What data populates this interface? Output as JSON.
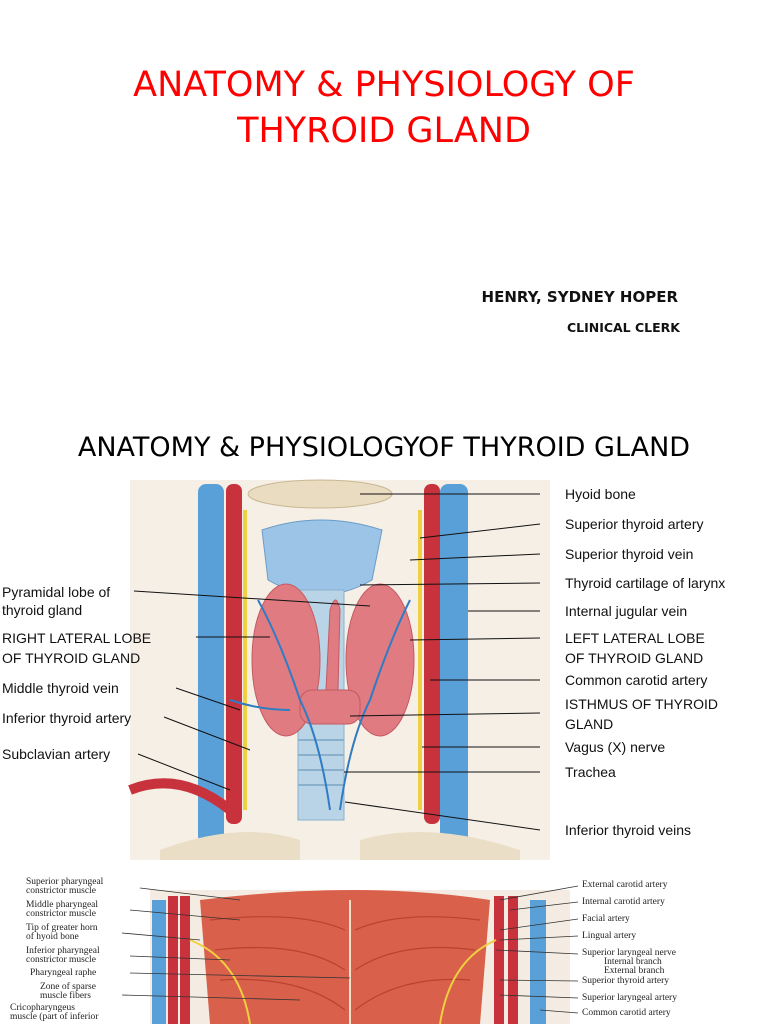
{
  "slide1": {
    "title_line1": "ANATOMY & PHYSIOLOGY OF",
    "title_line2": "THYROID GLAND",
    "author": "HENRY, SYDNEY HOPER",
    "role": "CLINICAL CLERK",
    "title_color": "#ff0000"
  },
  "slide2": {
    "title": "ANATOMY & PHYSIOLOGYOF THYROID GLAND",
    "left_labels": [
      "Pyramidal lobe of",
      "thyroid gland",
      "RIGHT LATERAL LOBE",
      "OF THYROID GLAND",
      "Middle thyroid vein",
      "Inferior thyroid artery",
      "Subclavian artery"
    ],
    "right_labels": [
      "Hyoid bone",
      "Superior thyroid artery",
      "Superior thyroid vein",
      "Thyroid cartilage of larynx",
      "Internal jugular vein",
      "LEFT LATERAL LOBE",
      "OF THYROID GLAND",
      "Common carotid artery",
      "ISTHMUS OF THYROID",
      "GLAND",
      "Vagus (X) nerve",
      "Trachea",
      "Inferior thyroid veins"
    ]
  },
  "slide3": {
    "left_labels": [
      "Superior pharyngeal",
      "constrictor muscle",
      "Middle pharyngeal",
      "constrictor muscle",
      "Tip of greater horn",
      "of hyoid bone",
      "Inferior pharyngeal",
      "constrictor muscle",
      "Pharyngeal raphe",
      "Zone of sparse",
      "muscle fibers",
      "Cricopharyngeus",
      "muscle (part of inferior"
    ],
    "right_labels": [
      "External carotid artery",
      "Internal carotid artery",
      "Facial artery",
      "Lingual artery",
      "Superior laryngeal nerve",
      "Internal branch",
      "External branch",
      "Superior thyroid artery",
      "Superior laryngeal artery",
      "Common carotid artery"
    ]
  }
}
